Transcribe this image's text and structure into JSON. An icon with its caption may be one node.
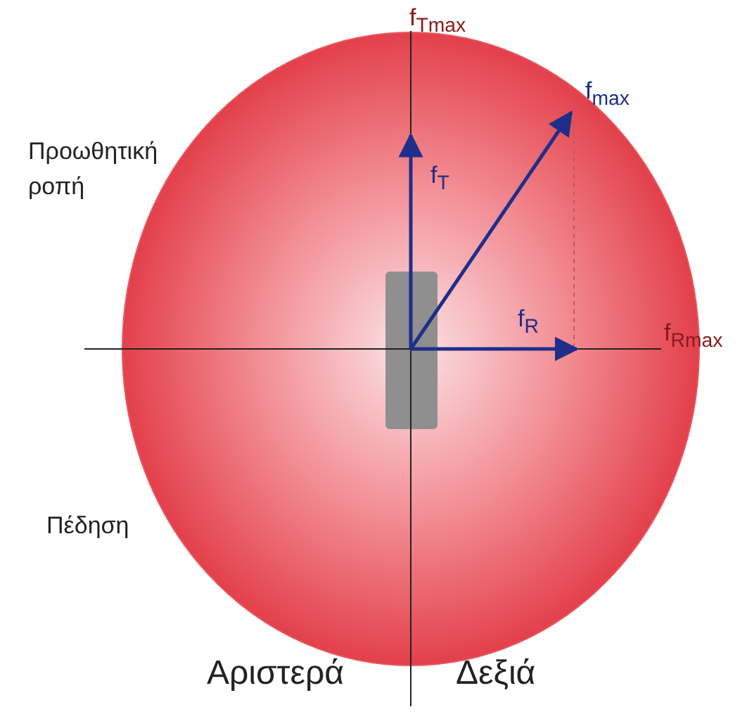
{
  "diagram": {
    "labels": [
      "f$_{Tmax}$",
      "f$_{max}$",
      "Προωθητική ροπή",
      "f$_{T}$",
      "f$_{R}$",
      "f$_{Rmax}$",
      "Πέδηση",
      "Αριστερά",
      "Δεξιά"
    ]
  }
}
